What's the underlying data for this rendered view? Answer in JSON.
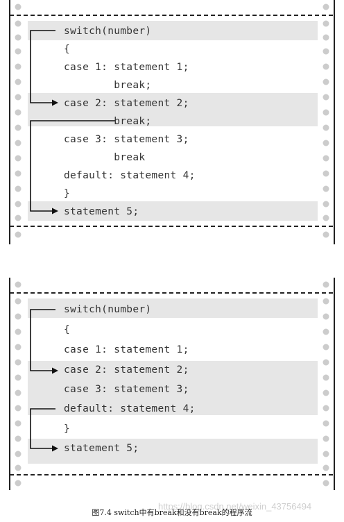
{
  "diagram_top": {
    "lines": [
      "switch(number)",
      "{",
      "case 1: statement 1;",
      "        break;",
      "case 2: statement 2;",
      "        break;",
      "case 3: statement 3;",
      "        break",
      "default: statement 4;",
      "}",
      "statement 5;"
    ]
  },
  "diagram_bottom": {
    "lines": [
      "switch(number)",
      "{",
      "case 1: statement 1;",
      "case 2: statement 2;",
      "case 3: statement 3;",
      "default: statement 4;",
      "}",
      "statement 5;"
    ]
  },
  "caption": "图7.4 switch中有break和没有break的程序流",
  "watermark": "https://blog.csdn.net/weixin_43756494"
}
